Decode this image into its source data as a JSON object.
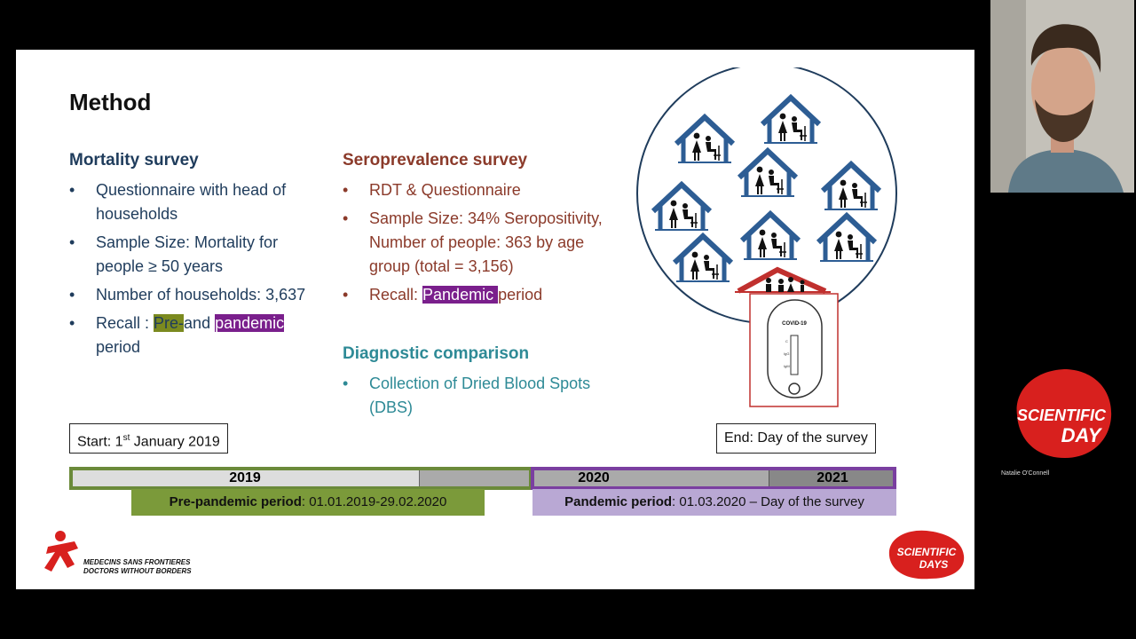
{
  "slide": {
    "title": "Method",
    "mortality": {
      "heading": "Mortality survey",
      "items": [
        "Questionnaire with head of households",
        "Sample Size: Mortality for people ≥ 50 years",
        "Number of households: 3,637"
      ],
      "recall": {
        "prefix": "Recall : ",
        "pre": "Pre-",
        "and": "and ",
        "pandemic": "pandemic",
        "suffix": "period"
      }
    },
    "sero": {
      "heading": "Seroprevalence survey",
      "items": [
        "RDT & Questionnaire",
        "Sample Size: 34% Seropositivity, Number of people: 363 by age group (total = 3,156)"
      ],
      "recall": {
        "prefix": "Recall: ",
        "pandemic": "Pandemic ",
        "suffix": "period"
      }
    },
    "diag": {
      "heading": "Diagnostic comparison",
      "items": [
        "Collection of Dried Blood Spots (DBS)"
      ]
    },
    "test_label": "COVID-19",
    "test_marks": {
      "c": "C",
      "igg": "IgG",
      "igm": "IgM"
    },
    "timeline": {
      "start_prefix": "Start: 1",
      "start_sup": "st",
      "start_suffix": " January 2019",
      "end": "End: Day of the survey",
      "years": [
        "2019",
        "2020",
        "2021"
      ],
      "pre_period_label": "Pre-pandemic period",
      "pre_period_dates": ": 01.01.2019-29.02.2020",
      "pandemic_label": "Pandemic period",
      "pandemic_dates": ": 01.03.2020 – Day of the survey"
    },
    "msf_logo": {
      "line1": "MEDECINS SANS FRONTIERES",
      "line2": "DOCTORS WITHOUT BORDERS"
    },
    "sd_logo": {
      "line1": "SCIENTIFIC",
      "line2": "DAYS"
    }
  },
  "side": {
    "participant_name": "Natalie O'Connell",
    "logo": {
      "line1": "SCIENTIFIC",
      "line2": "DAY"
    }
  },
  "colors": {
    "mortality": "#1f3c5c",
    "sero": "#8b3a2a",
    "diag": "#2e8a96",
    "pre_period": "#7b9a3a",
    "pandemic_period": "#b9a8d4",
    "house": "#2d5d94",
    "house_red": "#c0302e"
  }
}
